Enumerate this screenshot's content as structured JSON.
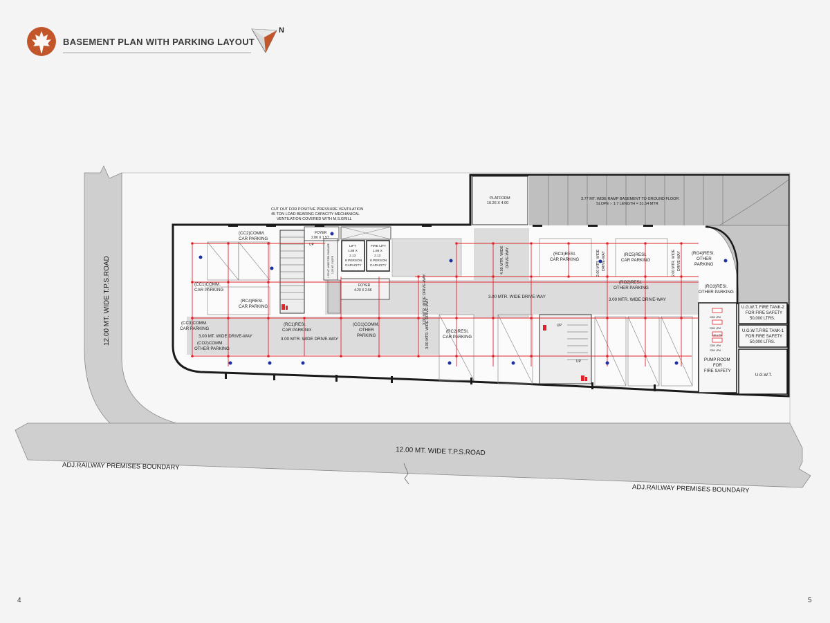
{
  "header": {
    "title": "BASEMENT PLAN WITH PARKING LAYOUT",
    "north_label": "N",
    "logo_icon": "maple-leaf-icon",
    "logo_color": "#c2562a"
  },
  "pages": {
    "left": "4",
    "right": "5"
  },
  "roads": {
    "vertical": "12.00 MT. WIDE T.P.S.ROAD",
    "horizontal": "12.00 MT. WIDE T.P.S.ROAD",
    "boundary_left": "ADJ.RAILWAY PREMISES BOUNDARY",
    "boundary_right": "ADJ.RAILWAY PREMISES BOUNDARY"
  },
  "labels": {
    "cutout": [
      "CUT OUT FOR POSITIVE PRESSURE VENTILATION",
      "45 TON LOAD BEARING CAPACITY MECHANICAL",
      "VENTILATION COVERED WITH M.S.GRILL"
    ],
    "platform": [
      "PLATFORM",
      "10.26 X 4.00"
    ],
    "ramp": [
      "3.77 MT. WIDE RAMP BASEMENT TO GROUND FLOOR",
      "SLOPE :- 1:7 LENGTH = 31.54 MTR"
    ],
    "foyer_top": [
      "FOYER",
      "2.86 X 1.57"
    ],
    "foyer_mid": [
      "FOYER",
      "4.20 X 2.56"
    ],
    "lift": [
      "LIFT",
      "1.88 X",
      "2.13",
      "8 PERSON",
      "CAPACITY"
    ],
    "fire_lift": [
      "FIRE LIFT",
      "1.88 X",
      "2.13",
      "8 PERSON",
      "CAPACITY"
    ],
    "cc2": [
      "(CC2)COMM.",
      "CAR PARKING"
    ],
    "cc1": [
      "(CC1)COMM.",
      "CAR PARKING"
    ],
    "rc4": [
      "(RC4)RESI.",
      "CAR PARKING"
    ],
    "cc3": [
      "(CC3)COMM.",
      "CAR PARKING"
    ],
    "drive_left": "3.00 MT. WIDE DRIVE-WAY",
    "co2": [
      "(CO2)COMM.",
      "OTHER PARKING"
    ],
    "rc1": [
      "(RC1)RESI.",
      "CAR PARKING"
    ],
    "drive_rc1": "3.00 MTR. WIDE DRIVE-WAY",
    "co1": [
      "(CO1)COMM.",
      "OTHER",
      "PARKING"
    ],
    "drive_vert_mid": "3.00 MTR. WIDE DRIVE-WAY",
    "drive_vert_left": "3.00 MTR. WIDE DRIVE-WAY",
    "rc2": [
      "(RC2)RESI.",
      "CAR PARKING"
    ],
    "drive_450": [
      "4.50 MTR. WIDE",
      "DRIVE-WAY"
    ],
    "drive_center": "3.00 MTR. WIDE DRIVE-WAY",
    "rc3": [
      "(RC3)RESI.",
      "CAR PARKING"
    ],
    "drive_200a": [
      "2.00 MTR. WIDE",
      "DRIVE-WAY"
    ],
    "rc5": [
      "(RC5)RESI.",
      "CAR PARKING"
    ],
    "drive_200b": [
      "2.00 MTR. WIDE",
      "DRIVE-WAY"
    ],
    "ro4": [
      "(RO4)RESI.",
      "OTHER",
      "PARKING"
    ],
    "ro2": [
      "(RO2)RESI.",
      "OTHER PARKING"
    ],
    "drive_right": "3.00 MTR. WIDE DRIVE-WAY",
    "ro3": [
      "(RO3)RESI.",
      "OTHER PARKING"
    ],
    "tank2": [
      "U.G.W.T. FIRE TANK-2",
      "FOR FIRE SAFETY",
      "50,000 LTRS."
    ],
    "tank1": [
      "U.G.W.T.FIRE TANK-1",
      "FOR FIRE SAFETY",
      "50,000 LTRS."
    ],
    "ugwt": "U.G.W.T.",
    "pump_room": [
      "PUMP ROOM",
      "FOR",
      "FIRE SAFETY"
    ],
    "pump_lpm": [
      "2280 LPM",
      "2280 LPM",
      "180 LPM",
      "2280 LPM",
      "2280 LPM"
    ],
    "up_1": "UP",
    "up_2": "UP",
    "up_3": "UP",
    "shaft": [
      "1.25 MT. WIDE FIRE PASSAGE",
      "1.25 MT. SLOPE"
    ]
  },
  "colors": {
    "wall": "#1a1a1a",
    "red_grid": "#e0232a",
    "road": "#cccccc",
    "floor": "#fbfbfb",
    "driveway": "#dcdcdc",
    "ramp": "#bdbdbd",
    "sprinkler": "#1c2f9e"
  }
}
